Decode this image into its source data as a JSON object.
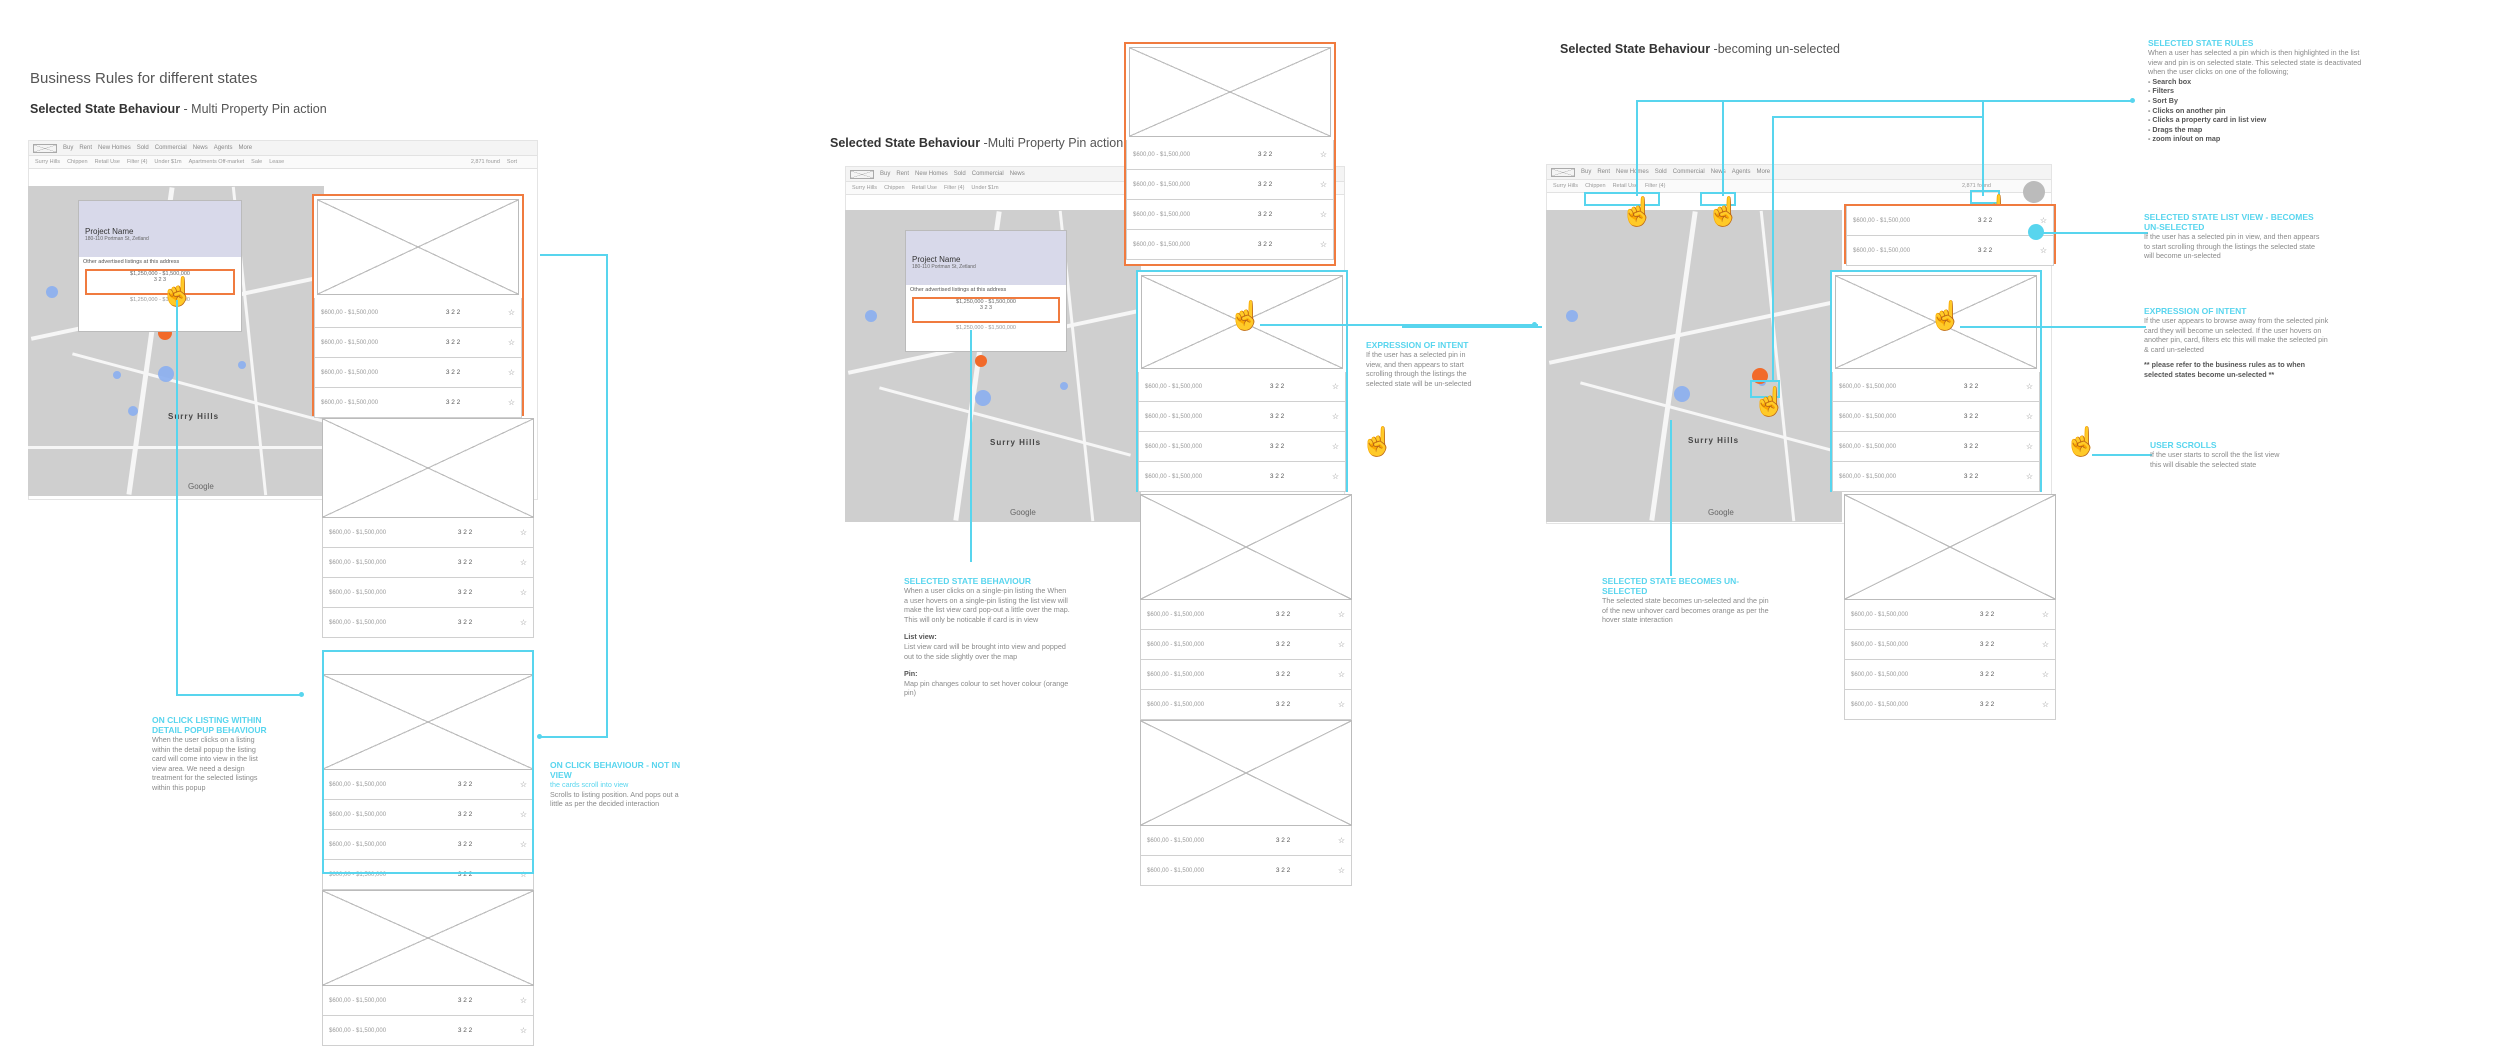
{
  "page": {
    "title": "Business Rules for different states",
    "subtitle_bold": "Selected State Behaviour",
    "subtitle_rest": " -  Multi Property Pin action"
  },
  "section2": {
    "subtitle_bold": "Selected State Behaviour",
    "subtitle_rest": " -Multi Property Pin action"
  },
  "section3": {
    "subtitle_bold": "Selected State Behaviour",
    "subtitle_rest": " -becoming un-selected"
  },
  "nav": {
    "items": [
      "Buy",
      "Rent",
      "New Homes",
      "Sold",
      "Commercial",
      "News",
      "Agents",
      "More"
    ],
    "filters": [
      "Surry Hills",
      "Chippen",
      "Retail Use",
      "Filter (4)",
      "Under $1m",
      "Apartments Off-market",
      "Sale",
      "Lease"
    ],
    "results": "2,871 found",
    "sort": "Sort"
  },
  "listing": {
    "price": "$600,00 - $1,500,000",
    "features": "3 2 2",
    "star": "☆"
  },
  "popup": {
    "project_name": "Project Name",
    "project_address": "180-110 Portman St, Zetland",
    "other_label": "Other advertised listings at this address",
    "item_price": "$1,250,000 - $1,500,000",
    "item_features": "3 2 3"
  },
  "map": {
    "suburb": "Surry Hills",
    "credit": "Google"
  },
  "annotations": {
    "on_click_detail": {
      "title": "On click listing within detail popup behaviour",
      "body": "When the user clicks on a listing within the detail popup the listing card will come into view in the list view area. We need a design treatment for the selected listings within this popup"
    },
    "on_click_not_in_view": {
      "title": "On click behaviour - not in view",
      "highlight": "the cards scroll into view",
      "body": "Scrolls to listing position. And pops out a little as per the decided interaction"
    },
    "selected_state": {
      "title": "Selected state behaviour",
      "body": "When a user clicks on a single-pin listing the When a user hovers on a single-pin listing the list view will make the list view card pop-out a little over the map. This will only be noticable if card is in view",
      "list_label": "List view:",
      "list_body": "List view card will be brought into view and popped out to the side slightly over the map",
      "pin_label": "Pin:",
      "pin_body": "Map pin changes colour to set hover colour (orange pin)"
    },
    "expression_intent_1": {
      "title": "Expression of intent",
      "body": "If the user has a selected pin in view, and then appears to start scrolling through the listings the selected state will be un-selected"
    },
    "selected_state_rules": {
      "title": "Selected state rules",
      "body": "When a user has selected a pin which is then highlighted in the list view and pin is on selected state. This selected state is deactivated when the user clicks on one of the following;",
      "items": [
        "- Search box",
        "- Filters",
        "- Sort By",
        "- Clicks on another pin",
        "- Clicks a property card in list view",
        "- Drags the map",
        "- zoom in/out on map"
      ]
    },
    "list_view_unselected": {
      "title": "Selected state list view - becomes un-selected",
      "body": "If the user has a selected pin in view, and then appears to start scrolling through the listings the selected state will become un-selected"
    },
    "expression_intent_2": {
      "title": "Expression of intent",
      "body": "If the user appears to browse away from the selected pink card they will become un selected. If the user hovers on another pin, card, filters etc this will make the selected pin & card un-selected",
      "note": "** please refer to the business rules as to when selected states become un-selected **"
    },
    "user_scrolls": {
      "title": "User scrolls",
      "body": "If the user starts to scroll the the list view this will disable the selected state"
    },
    "becomes_unselected": {
      "title": "Selected state becomes un-selected",
      "body": "The selected state becomes un-selected and the pin of the new unhover card becomes orange as per the hover state interaction"
    }
  },
  "colors": {
    "accent_cyan": "#58d5ee",
    "selected_orange": "#f07b3f",
    "pin_blue": "#8aaef0",
    "pin_orange": "#f26a2a"
  }
}
